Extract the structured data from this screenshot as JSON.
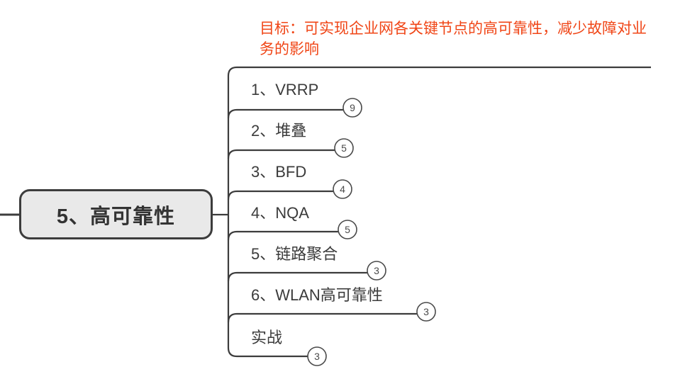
{
  "diagram": {
    "type": "mindmap",
    "title_note": "目标：可实现企业网各关键节点的高可靠性，减少故障对业务的影响",
    "note_color": "#F04516",
    "root": {
      "label": "5、高可靠性",
      "fill_color": "#e9e9e9",
      "border_color": "#3c3c3c"
    },
    "branches": [
      {
        "label": "1、VRRP",
        "badge": "9"
      },
      {
        "label": "2、堆叠",
        "badge": "5"
      },
      {
        "label": "3、BFD",
        "badge": "4"
      },
      {
        "label": "4、NQA",
        "badge": "5"
      },
      {
        "label": "5、链路聚合",
        "badge": "3"
      },
      {
        "label": "6、WLAN高可靠性",
        "badge": "3"
      },
      {
        "label": "实战",
        "badge": "3"
      }
    ]
  }
}
